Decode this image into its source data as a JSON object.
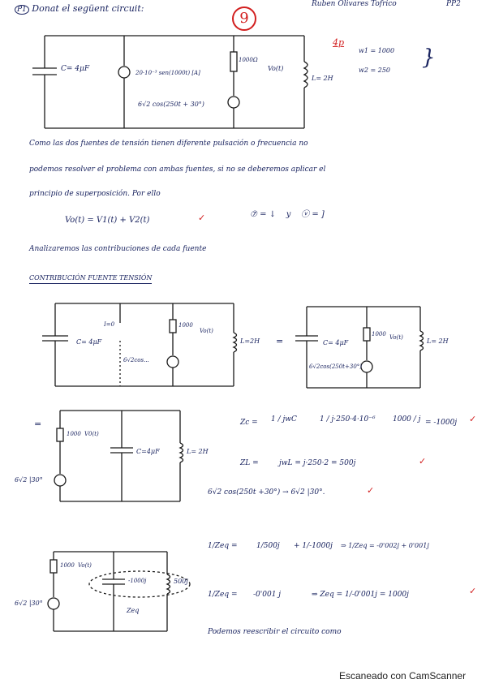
{
  "header": {
    "problem_id": "P1",
    "statement": "Donat el següent circuit:",
    "score": "9",
    "author": "Ruben Olivares Tofrico",
    "page": "PP2"
  },
  "given": {
    "points": "4p",
    "w1": "w1 = 1000",
    "w2": "w2 = 250"
  },
  "circuit1": {
    "capacitor": "C= 4μF",
    "current_source": "20·10⁻³ sen(1000t) [A]",
    "voltage_source": "6√2 cos(250t + 30°)",
    "resistor": "1000Ω",
    "vo": "Vo(t)",
    "inductor": "L= 2H"
  },
  "text": {
    "p1": "Como las dos fuentes de tensión tienen diferente pulsación o frecuencia no",
    "p2": "podemos resolver el problema con ambas fuentes, si no se deberemos aplicar el",
    "p3": "principio de superposición. Por ello",
    "superposition": "Vo(t) = V1(t) + V2(t)",
    "analiz": "Analizaremos las contribuciones de cada fuente",
    "section": "CONTRIBUCIÓN FUENTE TENSIÓN",
    "rewrite": "Podemos reescribir el circuito como"
  },
  "circuit2": {
    "i0": "I=0",
    "cap": "C= 4μF",
    "src": "6√2cos...",
    "res": "1000",
    "vo": "Vo(t)",
    "ind": "L=2H",
    "eq": "="
  },
  "circuit3": {
    "cap": "C= 4μF",
    "res": "1000",
    "vo": "Vo(t)",
    "ind": "L= 2H",
    "src": "6√2cos(250t+30°)"
  },
  "circuit4": {
    "eq": "=",
    "res": "1000",
    "vo": "V0(t)",
    "cap": "C=4μF",
    "ind": "L= 2H",
    "src": "6√2 |30°"
  },
  "eqs": {
    "zc_lhs": "Zc =",
    "zc_1": "1 / jwC",
    "zc_2": "1 / j·250·4·10⁻⁶",
    "zc_3": "1000 / j",
    "zc_res": "= -1000j",
    "zl_lhs": "ZL =",
    "zl_expr": "jwL = j·250·2 = 500j",
    "phasor": "6√2 cos(250t +30°) → 6√2 |30°."
  },
  "circuit5": {
    "res": "1000",
    "vo": "Vo(t)",
    "cap": "-1000j",
    "ind": "500j",
    "zeq": "Zeq",
    "src": "6√2 |30°"
  },
  "eqs2": {
    "line1_lhs": "1/Zeq =",
    "line1_a": "1/500j",
    "line1_b": "+ 1/-1000j",
    "line1_c": "⇒ 1/Zeq = -0'002j + 0'001j",
    "line2_lhs": "1/Zeq =",
    "line2_a": "-0'001 j",
    "line2_b": "⇒ Zeq = 1/-0'001j = 1000j"
  },
  "footer": "Escaneado con CamScanner"
}
